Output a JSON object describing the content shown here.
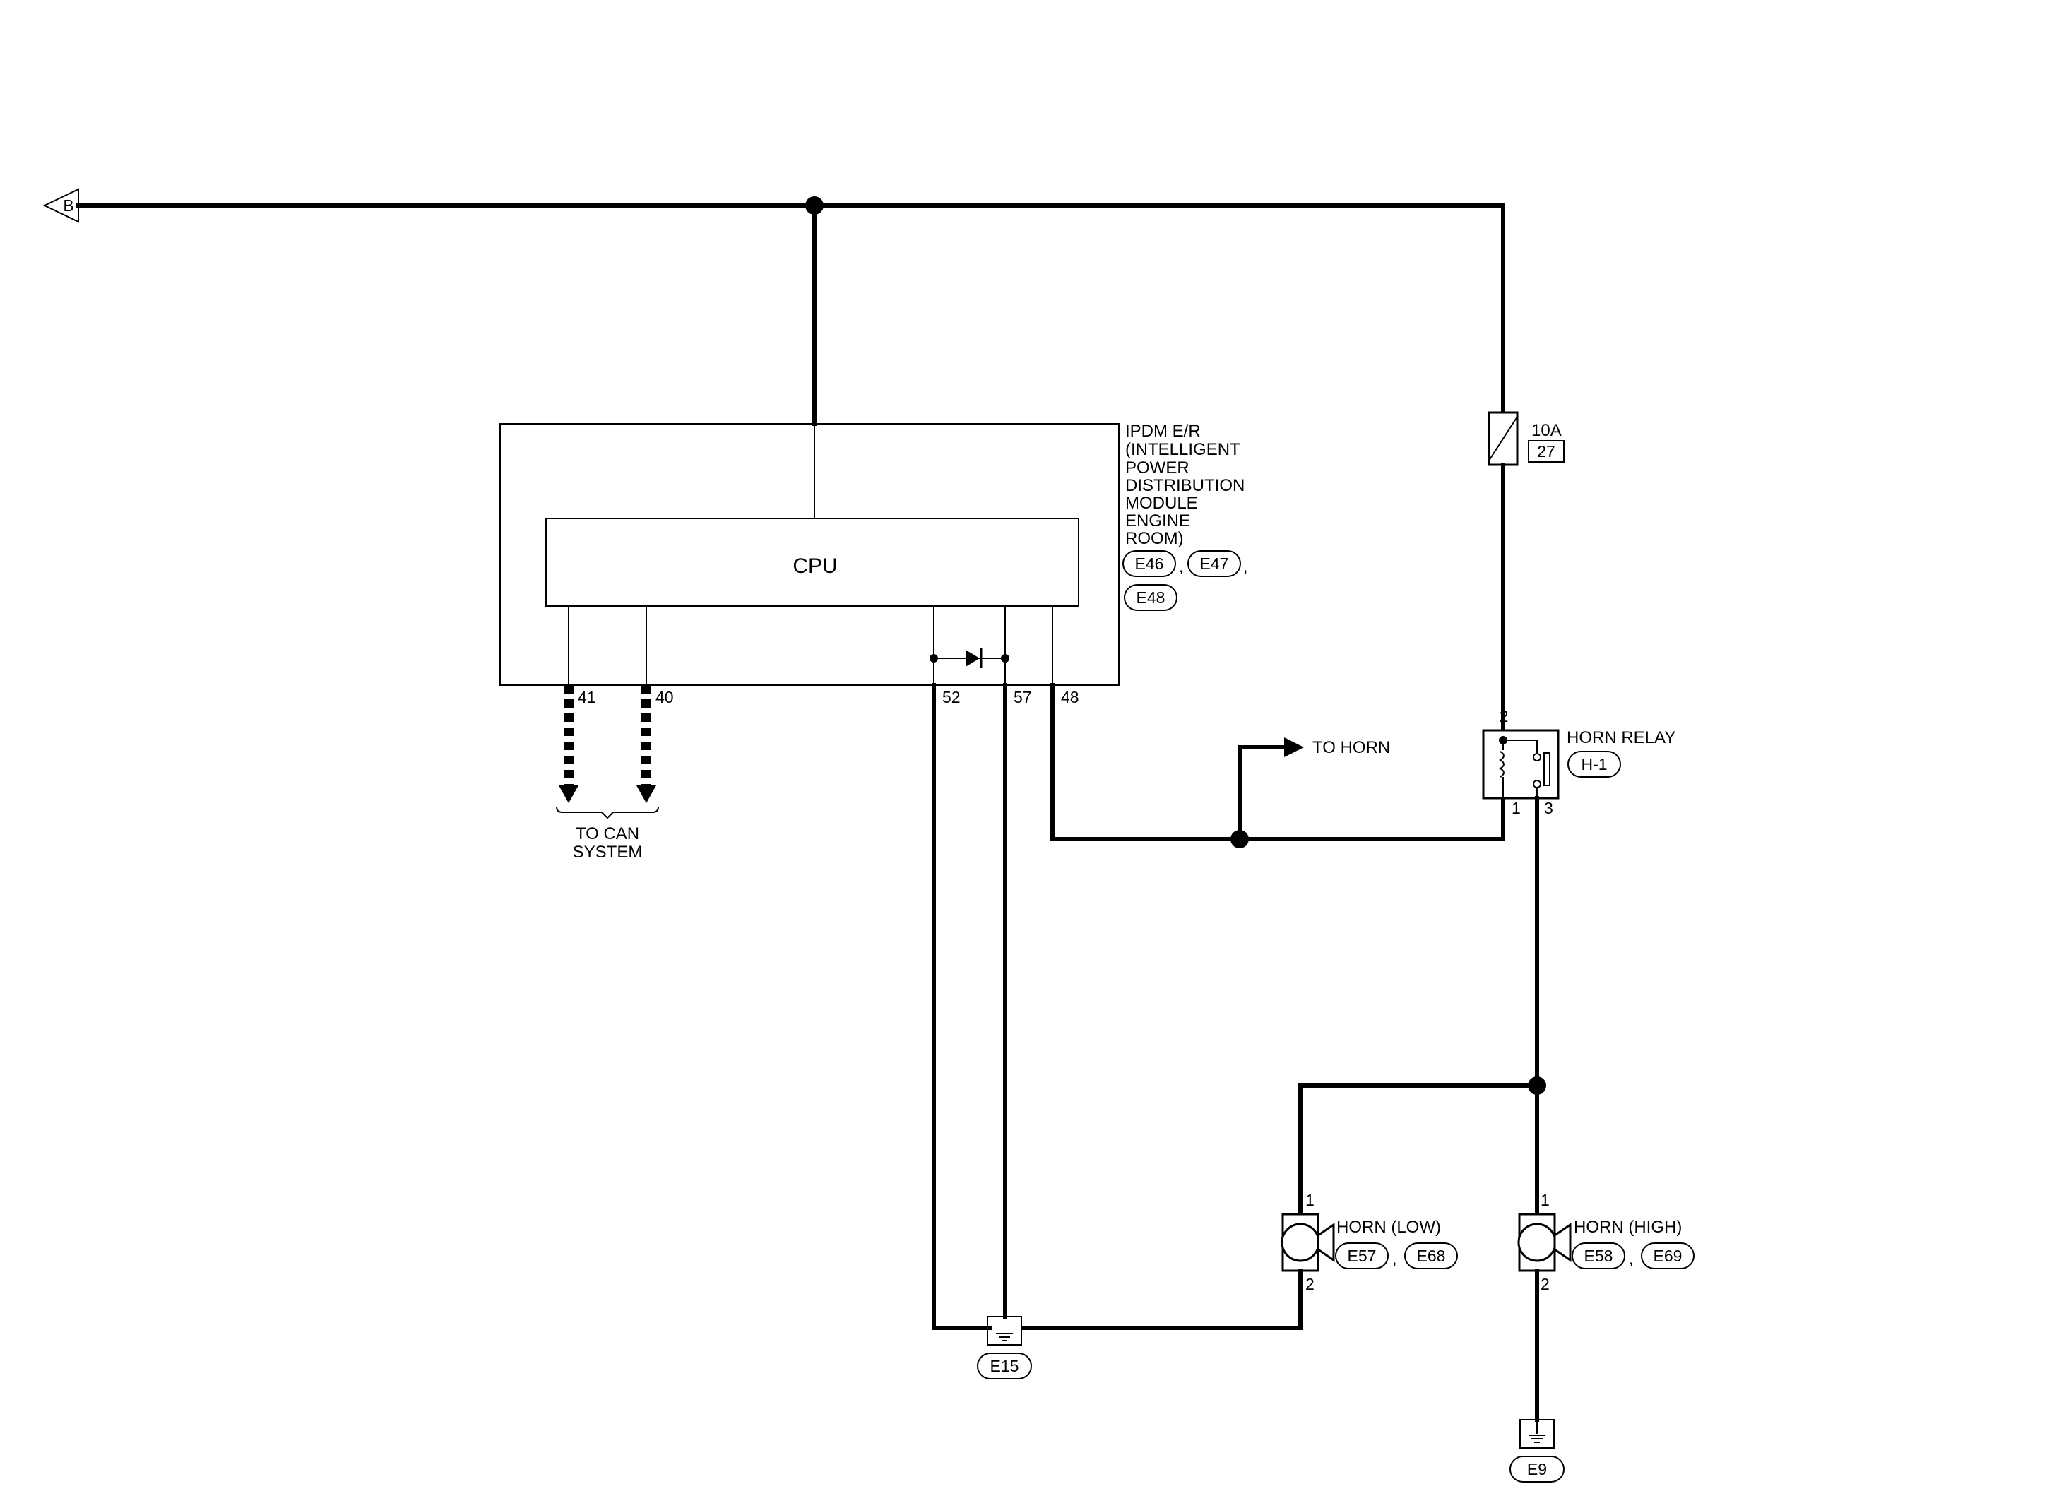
{
  "offpage": {
    "connector_label": "B"
  },
  "ipdm": {
    "title_lines": [
      "IPDM E/R",
      "(INTELLIGENT",
      "POWER",
      "DISTRIBUTION",
      "MODULE",
      "ENGINE",
      "ROOM)"
    ],
    "connectors": [
      "E46",
      "E47",
      "E48"
    ],
    "cpu_label": "CPU",
    "pins": {
      "p41": "41",
      "p40": "40",
      "p52": "52",
      "p57": "57",
      "p48": "48"
    }
  },
  "can": {
    "label_lines": [
      "TO CAN",
      "SYSTEM"
    ]
  },
  "fuse": {
    "rating": "10A",
    "number": "27"
  },
  "relay": {
    "name": "HORN RELAY",
    "connector": "H-1",
    "pins": {
      "p1": "1",
      "p2": "2",
      "p3": "3"
    }
  },
  "to_horn": {
    "label": "TO HORN"
  },
  "horn_low": {
    "name": "HORN (LOW)",
    "connectors": [
      "E57",
      "E68"
    ],
    "pin1": "1",
    "pin2": "2"
  },
  "horn_high": {
    "name": "HORN (HIGH)",
    "connectors": [
      "E58",
      "E69"
    ],
    "pin1": "1",
    "pin2": "2"
  },
  "grounds": {
    "g1": "E15",
    "g2": "E9"
  }
}
